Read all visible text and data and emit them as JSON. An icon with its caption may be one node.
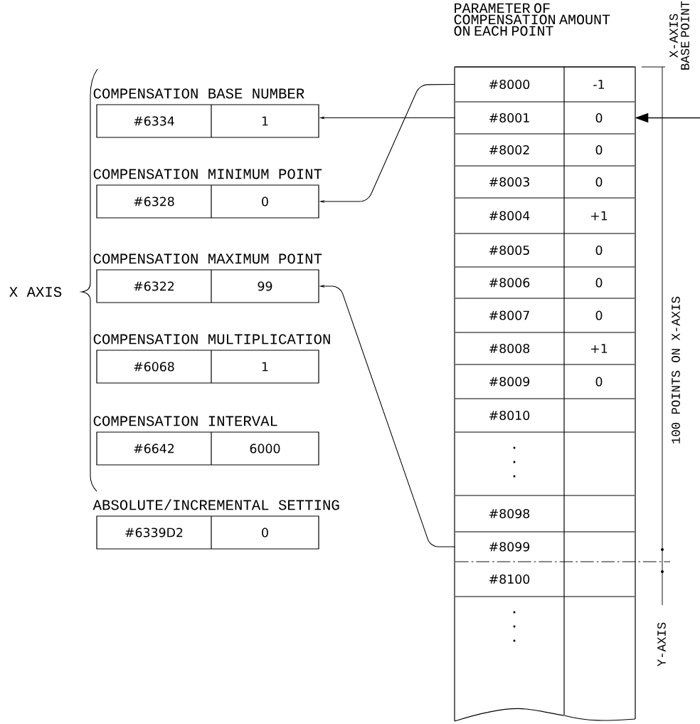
{
  "diagram": {
    "nodes": [
      {
        "text": [
          "COMPENSATION BASE NUMBER",
          "#6334",
          "1"
        ]
      },
      {
        "text": [
          "COMPENSATION MINIMUM POINT",
          "#6328",
          "0"
        ]
      },
      {
        "text": [
          "COMPENSATION MAXIMUM POINT",
          "#6322",
          "99"
        ]
      },
      {
        "text": [
          "COMPENSATION MULTIPLICATION",
          "#6068",
          "1"
        ]
      },
      {
        "text": [
          "COMPENSATION INTERVAL",
          "#6642",
          "6000"
        ]
      },
      {
        "text": [
          "ABSOLUTE/INCREMENTAL SETTING",
          "#6339D2",
          "0"
        ]
      },
      {
        "text": [
          "PARAMETER OF COMPENSATION AMOUNT ON EACH POINT"
        ]
      },
      {
        "text": [
          "#8000",
          "-1"
        ],
        "in": 6
      },
      {
        "text": [
          "#8001",
          "0"
        ],
        "in": 6
      },
      {
        "text": [
          "#8002",
          "0"
        ],
        "in": 6
      },
      {
        "text": [
          "#8003",
          "0"
        ],
        "in": 6
      },
      {
        "text": [
          "#8004",
          "+1"
        ],
        "in": 6
      },
      {
        "text": [
          "#8005",
          "0"
        ],
        "in": 6
      },
      {
        "text": [
          "#8006",
          "0"
        ],
        "in": 6
      },
      {
        "text": [
          "#8007",
          "0"
        ],
        "in": 6
      },
      {
        "text": [
          "#8008",
          "+1"
        ],
        "in": 6
      },
      {
        "text": [
          "#8009",
          "0"
        ],
        "in": 6
      },
      {
        "text": [
          "#8010"
        ],
        "in": 6
      },
      {
        "text": [],
        "shape": "box",
        "in": 6
      },
      {
        "text": [
          "#8098"
        ],
        "in": 6
      },
      {
        "text": [
          "#8099"
        ],
        "in": 6
      },
      {
        "text": [
          "#8100"
        ],
        "in": 6
      },
      {
        "text": [],
        "shape": "box",
        "in": 6
      }
    ],
    "edges": [
      {
        "from": 8,
        "to": 0,
        "arrow": "to"
      },
      {
        "from": 7,
        "to": 1,
        "arrow": "to"
      },
      {
        "from": 20,
        "to": 2,
        "arrow": "to"
      },
      {
        "from": null,
        "to": 8,
        "arrow": "to"
      }
    ],
    "labels": [
      "X AXIS",
      "X-AXIS BASE POINT",
      "100 POINTS ON X-AXIS",
      "Y-AXIS"
    ]
  }
}
